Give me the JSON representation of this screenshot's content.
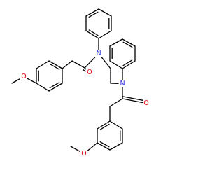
{
  "molecule": {
    "atoms": {
      "o_methoxy_top": {
        "label": "O",
        "color": "#e8000b"
      },
      "o_carbonyl_top": {
        "label": "O",
        "color": "#e8000b"
      },
      "n_top": {
        "label": "N",
        "color": "#2a2ad8"
      },
      "n_bottom": {
        "label": "N",
        "color": "#2a2ad8"
      },
      "o_carbonyl_bottom": {
        "label": "O",
        "color": "#e8000b"
      },
      "o_methoxy_bottom": {
        "label": "O",
        "color": "#e8000b"
      }
    },
    "bond_color": "#000000"
  }
}
